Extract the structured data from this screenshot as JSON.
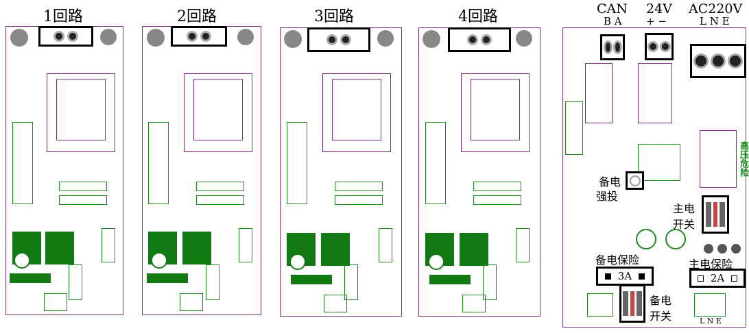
{
  "boards": [
    {
      "title": "1回路"
    },
    {
      "title": "2回路"
    },
    {
      "title": "3回路"
    },
    {
      "title": "4回路"
    }
  ],
  "main_board": {
    "can": {
      "title": "CAN",
      "pins": "B A"
    },
    "dc24": {
      "title": "24V",
      "pins": "+ −"
    },
    "ac": {
      "title": "AC220V",
      "pins": "L N E"
    },
    "warning": "高压危险",
    "backup_force_line1": "备电",
    "backup_force_line2": "强投",
    "main_switch_line1": "主电",
    "main_switch_line2": "开关",
    "backup_fuse_label": "备电保险",
    "backup_fuse_value": "3A",
    "main_fuse_label": "主电保险",
    "main_fuse_value": "2A",
    "backup_switch_line1": "备电",
    "backup_switch_line2": "开关",
    "bottom_pins": "L N E"
  },
  "colors": {
    "outline": "#7d2b7d",
    "copper": "#127a12"
  }
}
